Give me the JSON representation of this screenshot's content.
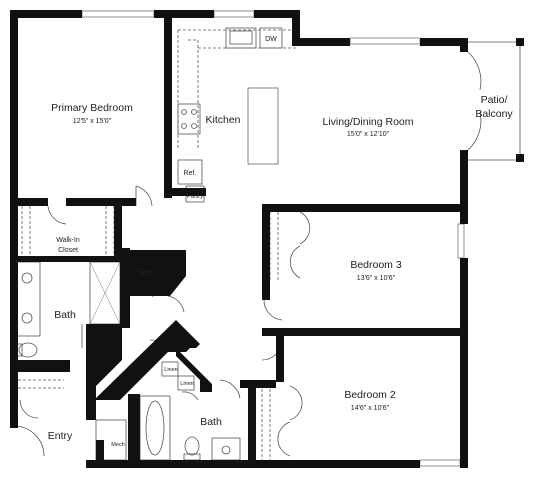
{
  "rooms": {
    "primary_bedroom": {
      "name": "Primary Bedroom",
      "dims": "12'5\" x 15'0\""
    },
    "kitchen": {
      "name": "Kitchen"
    },
    "living_dining": {
      "name": "Living/Dining Room",
      "dims": "15'0\" x 12'10\""
    },
    "patio": {
      "line1": "Patio/",
      "line2": "Balcony"
    },
    "walk_in_closet": {
      "line1": "Walk-In",
      "line2": "Closet"
    },
    "bedroom3": {
      "name": "Bedroom 3",
      "dims": "13'6\" x 10'6\""
    },
    "bath1": {
      "name": "Bath"
    },
    "bath2": {
      "name": "Bath"
    },
    "bedroom2": {
      "name": "Bedroom 2",
      "dims": "14'6\" x 10'6\""
    },
    "entry": {
      "name": "Entry"
    }
  },
  "fixtures": {
    "dishwasher": "DW",
    "refrigerator": "Ref.",
    "pantry": "Pantry",
    "washer_dryer": "W/D",
    "linen1": "Linen",
    "linen2": "Linen",
    "mech": "Mech"
  }
}
